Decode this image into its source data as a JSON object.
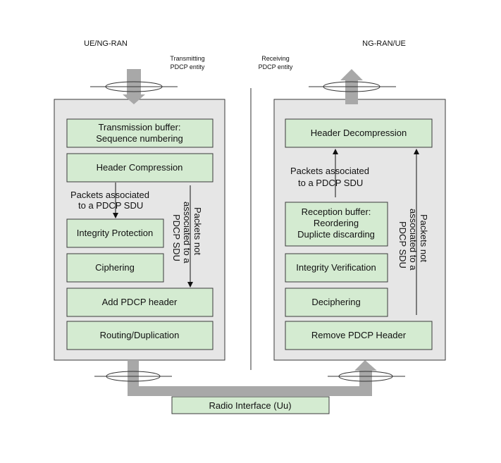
{
  "colors": {
    "block_fill": "#d4ebd1",
    "block_stroke": "#3a3a3a",
    "entity_fill": "#e6e6e6",
    "arrow_fill": "#a8a8a8"
  },
  "left_side_label": "UE/NG-RAN",
  "right_side_label": "NG-RAN/UE",
  "transmitting_entity": {
    "line1": "Transmitting",
    "line2": "PDCP  entity"
  },
  "receiving_entity": {
    "line1": "Receiving",
    "line2": "PDCP  entity"
  },
  "tx_blocks": {
    "buffer": {
      "line1": "Transmission buffer:",
      "line2": "Sequence numbering"
    },
    "header_compression": "Header Compression",
    "integrity_protection": "Integrity Protection",
    "ciphering": "Ciphering",
    "add_header": "Add PDCP header",
    "routing": "Routing/Duplication"
  },
  "rx_blocks": {
    "header_decompression": "Header Decompression",
    "reception_buffer": {
      "line1": "Reception buffer:",
      "line2": "Reordering",
      "line3": "Duplicte discarding"
    },
    "integrity_verification": "Integrity Verification",
    "deciphering": "Deciphering",
    "remove_header": "Remove PDCP Header"
  },
  "tx_assoc_note": {
    "line1": "Packets associated",
    "line2": "to a PDCP SDU"
  },
  "rx_assoc_note": {
    "line1": "Packets associated",
    "line2": "to a PDCP SDU"
  },
  "tx_not_assoc_note": {
    "line1": "Packets not",
    "line2": "associated to a",
    "line3": "PDCP SDU"
  },
  "rx_not_assoc_note": {
    "line1": "Packets not",
    "line2": "associated to a",
    "line3": "PDCP SDU"
  },
  "radio_interface": "Radio Interface (Uu)"
}
